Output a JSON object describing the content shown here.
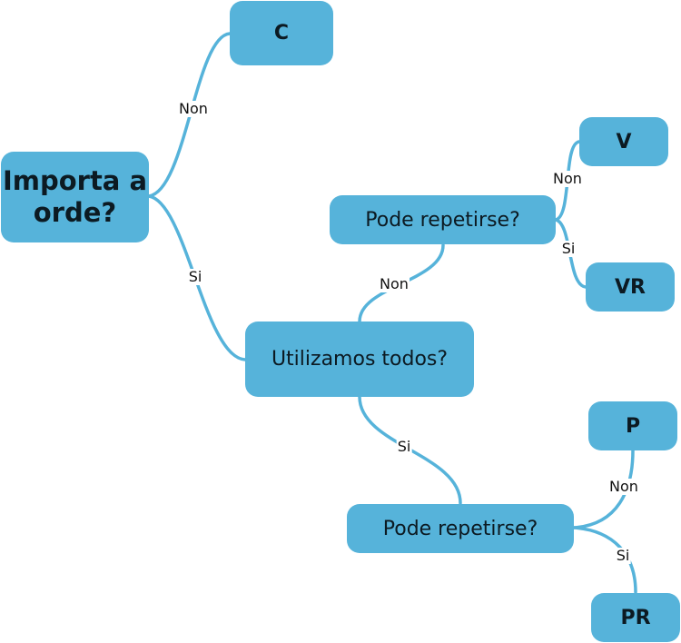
{
  "colors": {
    "node_fill": "#56b3da",
    "connector": "#56b3da",
    "node_text": "#0c1a22",
    "edge_label_text": "#111111"
  },
  "nodes": {
    "root": "Importa a orde?",
    "c": "C",
    "uses_all": "Utilizamos todos?",
    "repeat_upper": "Pode repetirse?",
    "v": "V",
    "vr": "VR",
    "repeat_lower": "Pode repetirse?",
    "p": "P",
    "pr": "PR"
  },
  "edges": {
    "root_to_c": "Non",
    "root_to_uses_all": "Si",
    "uses_all_to_repeat_upper": "Non",
    "uses_all_to_repeat_lower": "Si",
    "repeat_upper_to_v": "Non",
    "repeat_upper_to_vr": "Si",
    "repeat_lower_to_p": "Non",
    "repeat_lower_to_pr": "Si"
  }
}
